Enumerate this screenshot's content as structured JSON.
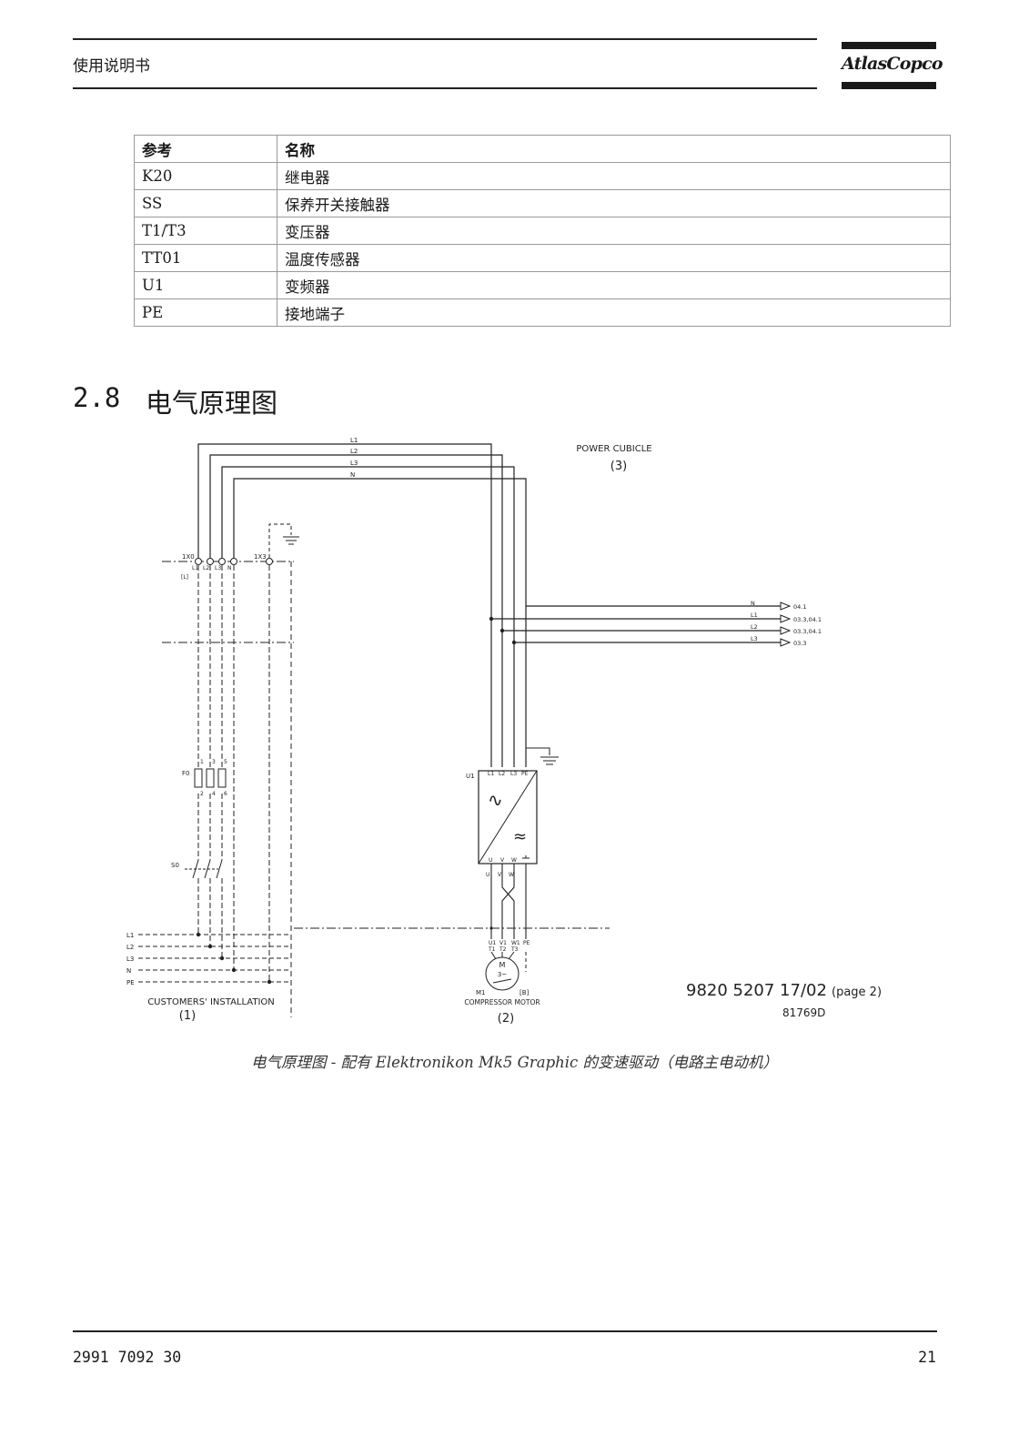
{
  "header": {
    "title": "使用说明书",
    "logo_text": "AtlasCopco"
  },
  "table": {
    "headers": [
      "参考",
      "名称"
    ],
    "rows": [
      [
        "K20",
        "继电器"
      ],
      [
        "SS",
        "保养开关接触器"
      ],
      [
        "T1/T3",
        "变压器"
      ],
      [
        "TT01",
        "温度传感器"
      ],
      [
        "U1",
        "变频器"
      ],
      [
        "PE",
        "接地端子"
      ]
    ]
  },
  "section": {
    "number": "2.8",
    "title": "电气原理图"
  },
  "diagram": {
    "supply_lines": [
      "L1",
      "L2",
      "L3",
      "N"
    ],
    "power_cubicle": {
      "label": "POWER CUBICLE",
      "num": "(3)"
    },
    "terminal_1x0": "1X0",
    "terminal_1x0_labels": [
      "L1",
      "L2",
      "L3",
      "N"
    ],
    "terminal_1x0_sub": "[L]",
    "terminal_1x3": "1X3",
    "outputs": [
      {
        "line": "N",
        "ref": "04.1"
      },
      {
        "line": "L1",
        "ref": "03.3,04.1"
      },
      {
        "line": "L2",
        "ref": "03.3,04.1"
      },
      {
        "line": "L3",
        "ref": "03.3"
      }
    ],
    "fuse": "F0",
    "fuse_top_nums": [
      "1",
      "3",
      "5"
    ],
    "fuse_bottom_nums": [
      "2",
      "4",
      "6"
    ],
    "switch": "S0",
    "customer_lines": [
      "L1",
      "L2",
      "L3",
      "N",
      "PE"
    ],
    "u1": {
      "label": "U1",
      "inputs": [
        "L1",
        "L2",
        "L3",
        "PE"
      ],
      "outputs": [
        "U",
        "V",
        "W"
      ],
      "output_vertical": [
        "U",
        "V",
        "W"
      ],
      "sine": "∿",
      "freq": "≈"
    },
    "motor": {
      "terminals_top": [
        "U1",
        "V1",
        "W1",
        "PE"
      ],
      "terminals_bottom": [
        "T1",
        "T2",
        "T3"
      ],
      "symbol": "M",
      "phase": "3~",
      "ref": "M1",
      "bracket": "[B]",
      "label": "COMPRESSOR MOTOR",
      "num": "(2)"
    },
    "customers": {
      "label": "CUSTOMERS' INSTALLATION",
      "num": "(1)"
    },
    "drawing_number": "9820 5207 17/02",
    "drawing_page": "(page 2)",
    "drawing_id": "81769D"
  },
  "caption": "电气原理图 - 配有 Elektronikon Mk5 Graphic 的变速驱动（电路主电动机）",
  "footer": {
    "doc_number": "2991 7092 30",
    "page": "21"
  }
}
